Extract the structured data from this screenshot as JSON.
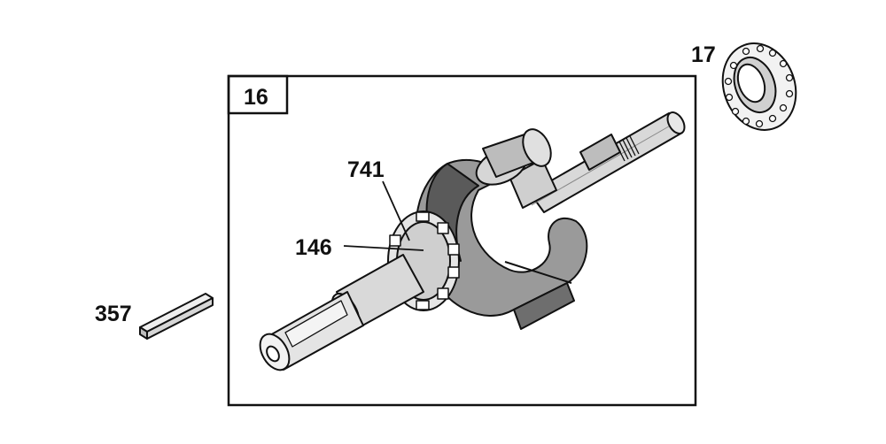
{
  "callouts": {
    "crankshaft_group": "16",
    "bearing": "17",
    "gear": "741",
    "timing_key": "146",
    "flywheel_key": "357"
  },
  "colors": {
    "ink": "#111111",
    "shade_dark": "#4a4a4a",
    "shade_mid": "#8c8c8c",
    "shade_light": "#c4c4c4",
    "background": "#ffffff"
  }
}
